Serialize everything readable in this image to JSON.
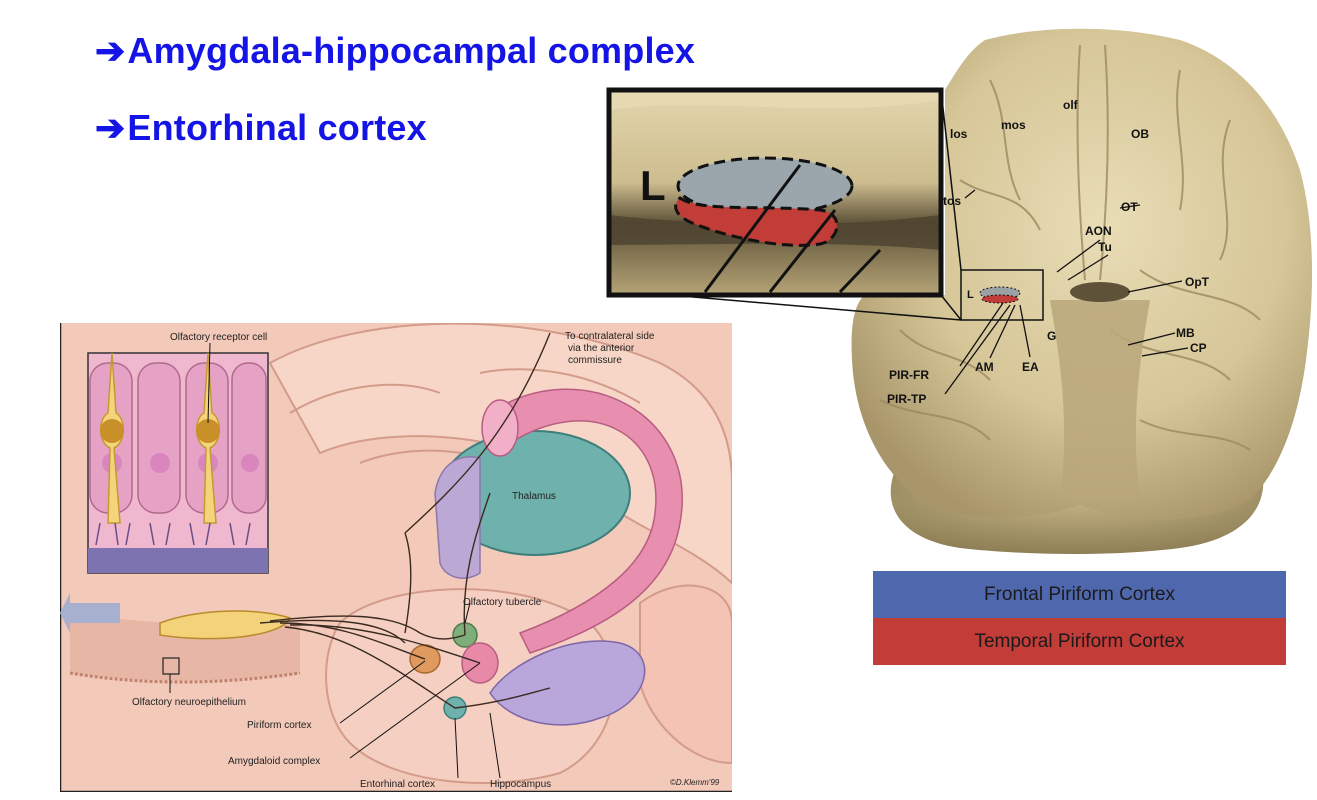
{
  "bullets": [
    {
      "arrow": "➔",
      "text": "Amygdala-hippocampal complex"
    },
    {
      "arrow": "➔",
      "text": "Entorhinal cortex"
    }
  ],
  "brain_photo": {
    "inset_label": "L",
    "small_L": "L",
    "labels": {
      "los": "los",
      "mos": "mos",
      "olf": "olf",
      "OB": "OB",
      "tos": "tos",
      "OT": "OT",
      "AON": "AON",
      "Tu": "Tu",
      "OpT": "OpT",
      "G": "G",
      "MB": "MB",
      "CP": "CP",
      "PIR_FR": "PIR-FR",
      "AM": "AM",
      "EA": "EA",
      "PIR_TP": "PIR-TP"
    }
  },
  "illustration": {
    "labels": {
      "receptor_cell": "Olfactory receptor cell",
      "contralateral_1": "To contralateral side",
      "contralateral_2": "via the anterior",
      "contralateral_3": "commissure",
      "thalamus": "Thalamus",
      "tubercle": "Olfactory tubercle",
      "neuroepithelium": "Olfactory neuroepithelium",
      "piriform": "Piriform cortex",
      "amygdaloid": "Amygdaloid complex",
      "entorhinal": "Entorhinal cortex",
      "hippocampus": "Hippocampus",
      "signature": "©D.Klemm'99"
    }
  },
  "legend": {
    "frontal": "Frontal Piriform Cortex",
    "temporal": "Temporal Piriform Cortex"
  },
  "colors": {
    "bullet_text": "#1414e6",
    "frontal": "#4f68ad",
    "temporal": "#c23c38"
  }
}
